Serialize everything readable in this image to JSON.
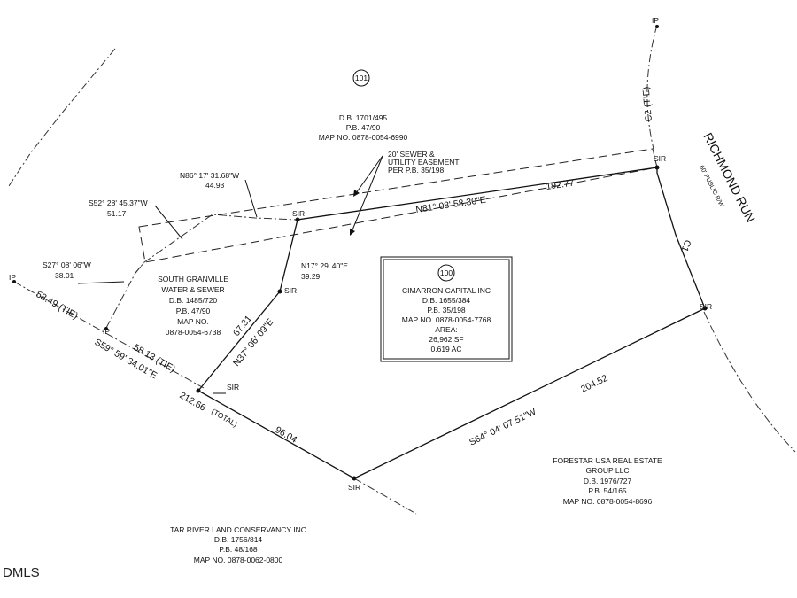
{
  "parcels": {
    "p101": {
      "number": "101",
      "owner_ref": "D.B. 1701/495",
      "plat_ref": "P.B. 47/90",
      "map_no": "MAP NO. 0878-0054-6990"
    },
    "p100": {
      "number": "100",
      "owner": "CIMARRON CAPITAL INC",
      "deed": "D.B. 1655/384",
      "plat": "P.B. 35/198",
      "map_no": "MAP NO. 0878-0054-7768",
      "area_label": "AREA:",
      "area_sf": "26,962 SF",
      "area_ac": "0.619 AC"
    },
    "south_granville": {
      "line1": "SOUTH GRANVILLE",
      "line2": "WATER & SEWER",
      "deed": "D.B. 1485/720",
      "plat": "P.B. 47/90",
      "map_label": "MAP NO.",
      "map_no": "0878-0054-6738"
    },
    "forestar": {
      "line1": "FORESTAR USA REAL ESTATE",
      "line2": "GROUP LLC",
      "deed": "D.B. 1976/727",
      "plat": "P.B. 54/165",
      "map_no": "MAP NO. 0878-0054-8696"
    },
    "tar_river": {
      "line1": "TAR RIVER LAND CONSERVANCY INC",
      "deed": "D.B. 1756/814",
      "plat": "P.B. 48/168",
      "map_no": "MAP NO. 0878-0062-0800"
    }
  },
  "easement": {
    "line1": "20' SEWER &",
    "line2": "UTILITY EASEMENT",
    "line3": "PER P.B. 35/198"
  },
  "road": {
    "name": "RICHMOND RUN",
    "width": "60' PUBLIC R/W"
  },
  "curves": {
    "c1": "C1",
    "c2": "C2 (TIE)"
  },
  "calls": {
    "north_bearing": "N81° 08' 58.30\"E",
    "north_distance": "192.77",
    "east_bearing": "S64° 04' 07.51\"W",
    "east_distance": "204.52",
    "n17_bearing": "N17° 29' 40\"E",
    "n17_distance": "39.29",
    "n37_bearing": "N37° 06' 09\"E",
    "n37_distance": "67.31",
    "n86_bearing": "N86° 17' 31.68\"W",
    "n86_distance": "44.93",
    "s52_bearing": "S52° 28' 45.37\"W",
    "s52_distance": "51.17",
    "s27_bearing": "S27° 08' 06\"W",
    "s27_distance": "38.01",
    "tie1": "58.49 (TIE)",
    "tie2": "58.13 (TIE)",
    "s59_bearing": "S59° 59' 34.01\"E",
    "total": "212.66",
    "total_note": "(TOTAL)",
    "seg_9604": "96.04"
  },
  "markers": {
    "sir": "SIR",
    "ip": "IP"
  },
  "watermark": "DMLS"
}
